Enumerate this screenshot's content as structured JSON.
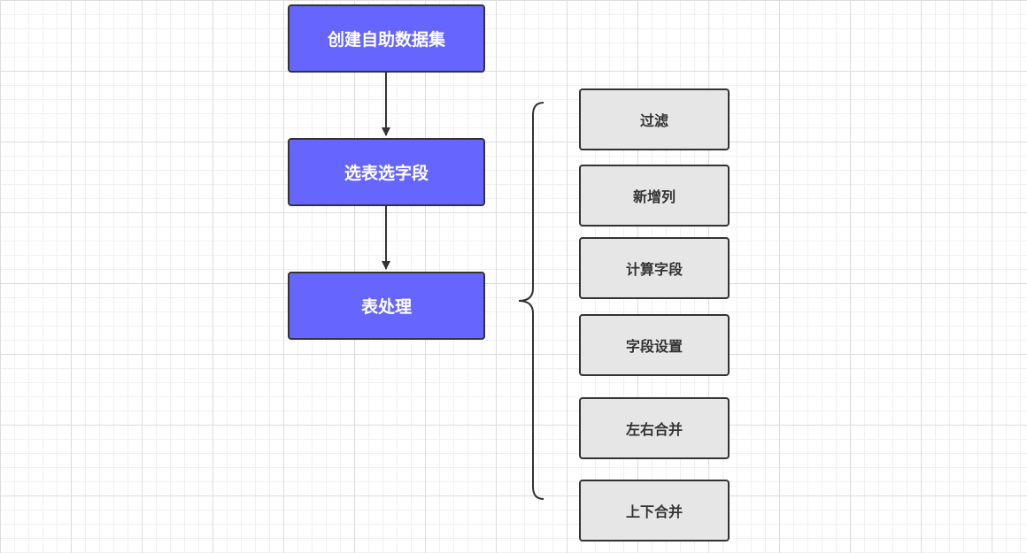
{
  "main_steps": [
    {
      "label": "创建自助数据集"
    },
    {
      "label": "选表选字段"
    },
    {
      "label": "表处理"
    }
  ],
  "sub_steps": [
    {
      "label": "过滤"
    },
    {
      "label": "新增列"
    },
    {
      "label": "计算字段"
    },
    {
      "label": "字段设置"
    },
    {
      "label": "左右合并"
    },
    {
      "label": "上下合并"
    }
  ],
  "colors": {
    "main_fill": "#6666ff",
    "sub_fill": "#e6e6e6",
    "stroke": "#333333"
  }
}
